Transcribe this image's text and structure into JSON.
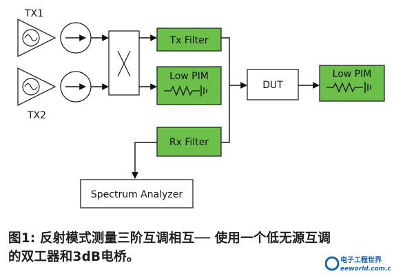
{
  "labels": {
    "tx1": "TX1",
    "tx2": "TX2",
    "tx_filter": "Tx Filter",
    "low_pim_1": "Low PIM",
    "rx_filter": "Rx Filter",
    "dut": "DUT",
    "low_pim_2": "Low PIM",
    "spectrum_analyzer": "Spectrum Analyzer"
  },
  "caption": {
    "line1": "图1: 反射模式测量三阶互调相互── 使用一个低无源互调",
    "line2": "的双工器和3dB电桥。"
  },
  "watermark": {
    "brand_cn": "电子工程世界",
    "site": "eeworld.com.cn"
  },
  "colors": {
    "filter_green": "#6cc04a",
    "caption_text": "#1d1d1d",
    "watermark_blue": "#1b62b0"
  }
}
